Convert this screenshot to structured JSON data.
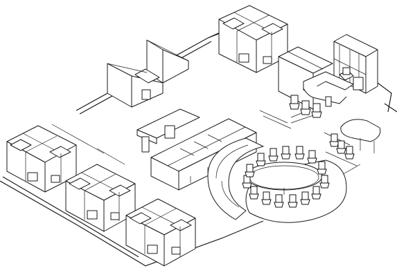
{
  "diagram": {
    "kind": "isometric office furniture layout",
    "colors": {
      "background": "#ffffff",
      "line": "#1a1a1a"
    },
    "zones": [
      {
        "id": "cubicle-cluster-nw"
      },
      {
        "id": "cubicle-cluster-center-left"
      },
      {
        "id": "cubicle-cluster-south"
      },
      {
        "id": "cubicle-cluster-top"
      },
      {
        "id": "private-booth"
      },
      {
        "id": "executive-office"
      },
      {
        "id": "reception-desk"
      },
      {
        "id": "long-workstation-bench"
      },
      {
        "id": "curved-reception-counter"
      },
      {
        "id": "conference-table"
      },
      {
        "id": "side-meeting-table"
      }
    ]
  }
}
